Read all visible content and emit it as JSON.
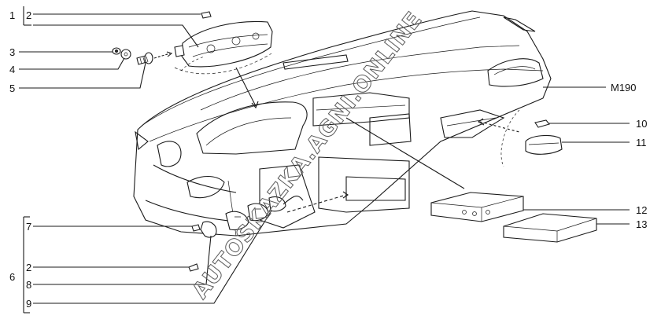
{
  "labels": {
    "l1": "1",
    "l2a": "2",
    "l3": "3",
    "l4": "4",
    "l5": "5",
    "l7": "7",
    "l2b": "2",
    "l6": "6",
    "l8": "8",
    "l9": "9",
    "l10": "10",
    "l11": "11",
    "l12": "12",
    "l13": "13",
    "model": "M190"
  },
  "watermark": "AUTOSKAZKA.AGNI.ONLINE"
}
